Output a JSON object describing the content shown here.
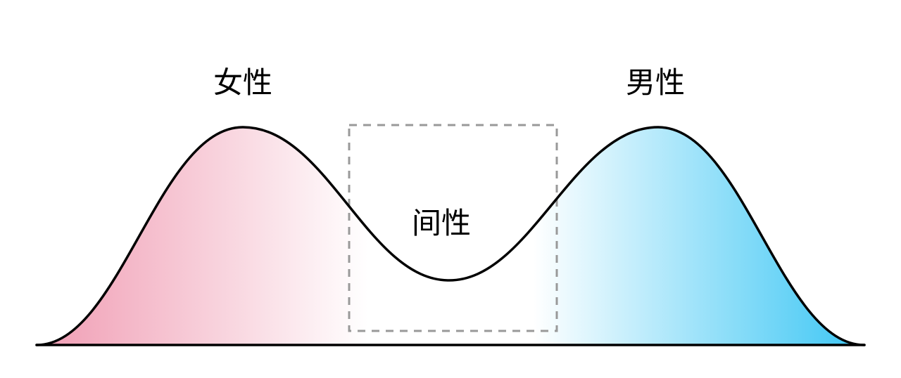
{
  "diagram": {
    "title": "bimodal-sex-distribution",
    "labels": {
      "female": "女性",
      "male": "男性",
      "intersex": "间性"
    },
    "colors": {
      "female_pink": "#F09CB3",
      "male_blue": "#3CC6F4",
      "white": "#FFFFFF",
      "curve_stroke": "#000000",
      "dashed_box": "#999999",
      "background": "#FFFFFF"
    },
    "structure": {
      "type": "area",
      "description": "Bimodal distribution curve over a baseline: left bell (female) filled with pink gradient fading to white toward center, right bell (male) filled with blue gradient fading to white toward center, central valley (intersex) enclosed by a gray dashed rectangle"
    }
  }
}
